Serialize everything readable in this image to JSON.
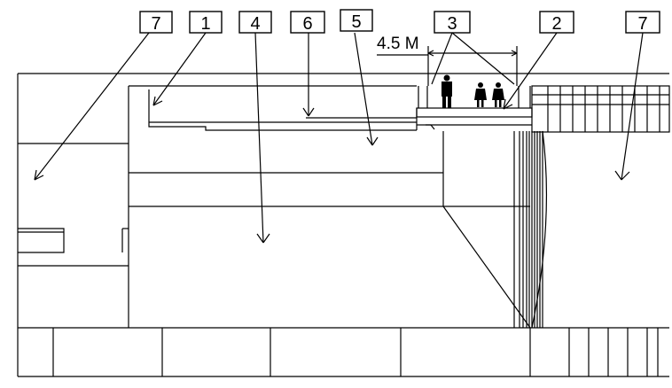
{
  "callouts": {
    "c7_left": "7",
    "c1": "1",
    "c4": "4",
    "c6": "6",
    "c5": "5",
    "c3": "3",
    "c2": "2",
    "c7_right": "7"
  },
  "dimension": {
    "label": "4.5 M"
  },
  "colors": {
    "ink": "#000000",
    "paper": "#ffffff"
  }
}
